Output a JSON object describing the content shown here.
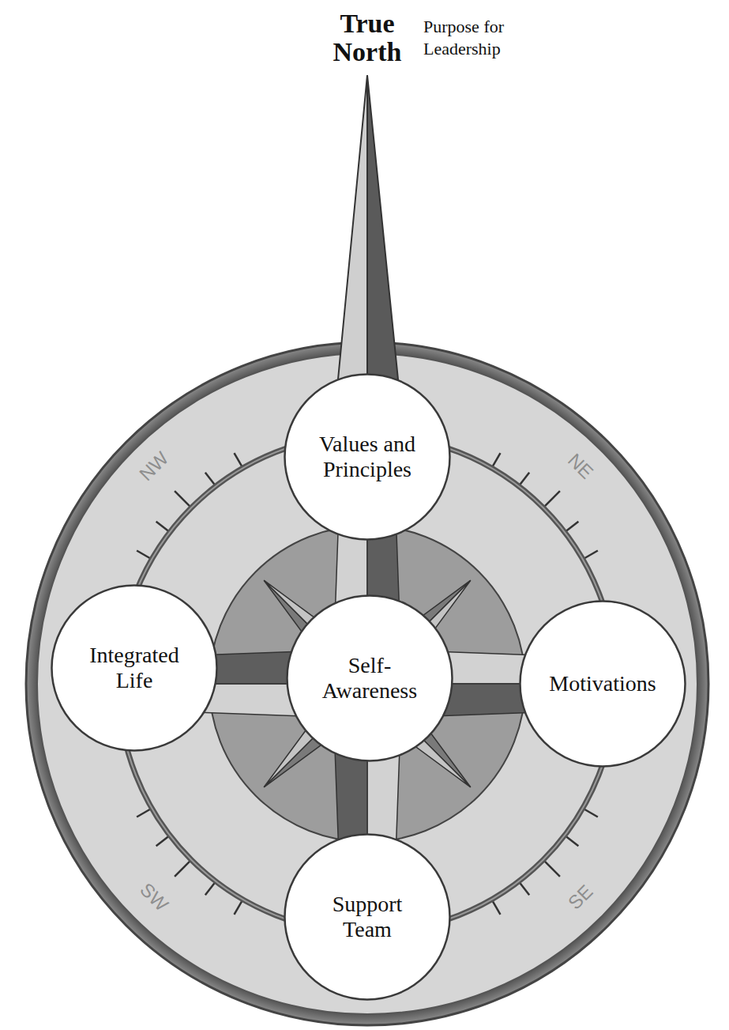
{
  "diagram": {
    "nodes": [
      {
        "text": [
          "Values and Principles"
        ]
      },
      {
        "text": [
          "Integrated Life"
        ]
      },
      {
        "text": [
          "Self-Awareness"
        ]
      },
      {
        "text": [
          "Motivations"
        ]
      },
      {
        "text": [
          "Support Team"
        ]
      }
    ],
    "labels": [
      "True North",
      "Purpose for Leadership",
      "NW",
      "NE",
      "SW",
      "SE"
    ]
  }
}
